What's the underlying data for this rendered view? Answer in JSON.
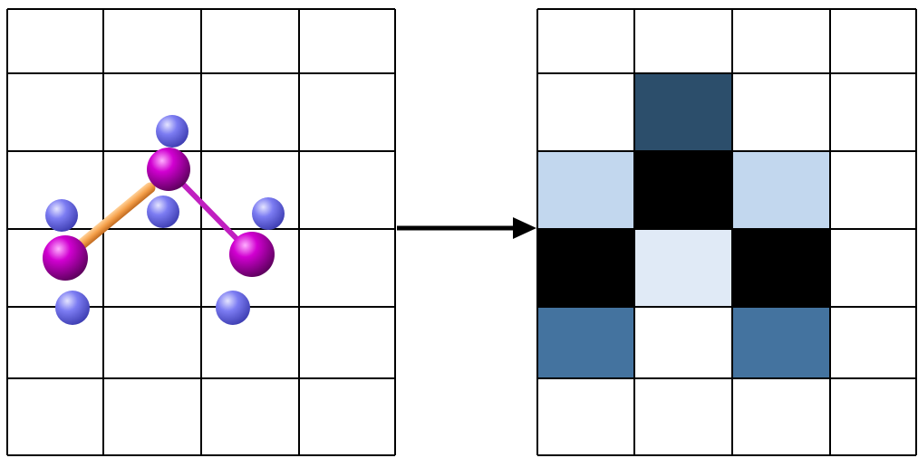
{
  "left_panel": {
    "rows": 6,
    "cols": 4,
    "molecule": {
      "heavy_atom_color": "#cc00cc",
      "light_atom_color": "#7b7bf0",
      "bond_color": "#c020c0",
      "highlight_bond_color": "#f5a04a",
      "heavy_atoms": 3,
      "light_atoms": 6
    }
  },
  "arrow": {
    "color": "#000000",
    "icon": "arrow-right-icon"
  },
  "right_panel": {
    "rows": 6,
    "cols": 4,
    "palette": [
      "#ffffff",
      "#2c4e6b",
      "#c2d7ee",
      "#000000",
      "#e0eaf6",
      "#44739f"
    ],
    "cells": [
      [
        0,
        0,
        0,
        0
      ],
      [
        0,
        1,
        0,
        0
      ],
      [
        2,
        3,
        2,
        0
      ],
      [
        3,
        4,
        3,
        0
      ],
      [
        5,
        0,
        5,
        0
      ],
      [
        0,
        0,
        0,
        0
      ]
    ]
  }
}
